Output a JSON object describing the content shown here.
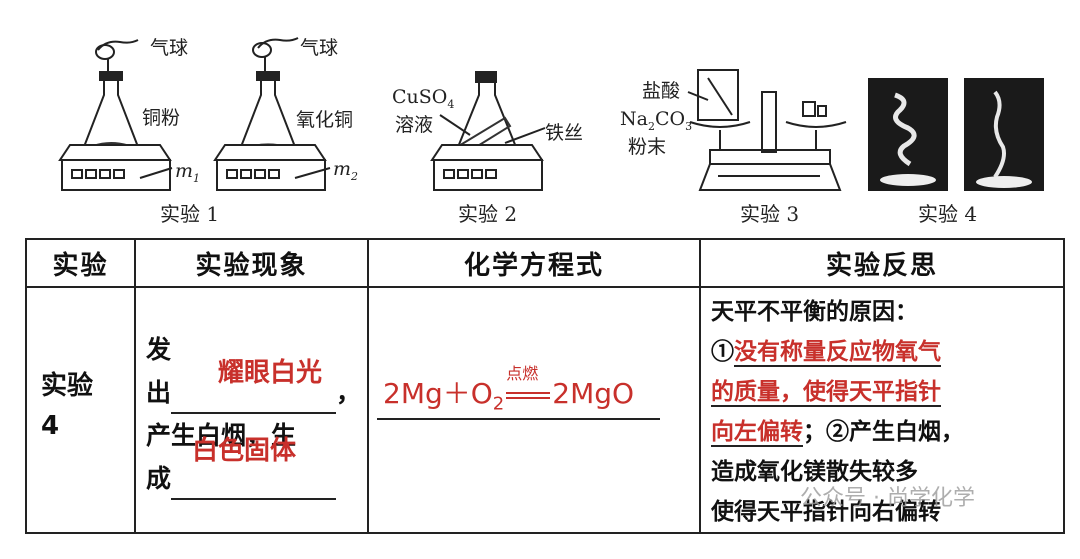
{
  "figure": {
    "labels": {
      "balloon1": "气球",
      "balloon2": "气球",
      "copper_powder": "铜粉",
      "copper_oxide": "氧化铜",
      "m1": "m",
      "m1_sub": "1",
      "m2": "m",
      "m2_sub": "2",
      "cuso4": "CuSO",
      "cuso4_sub": "4",
      "solution": "溶液",
      "iron_wire": "铁丝",
      "hcl": "盐酸",
      "na2co3_a": "Na",
      "na2co3_sub1": "2",
      "na2co3_b": "CO",
      "na2co3_sub2": "3",
      "powder": "粉末"
    },
    "captions": [
      "实验 1",
      "实验 2",
      "实验 3",
      "实验 4"
    ]
  },
  "table": {
    "headers": [
      "实验",
      "实验现象",
      "化学方程式",
      "实验反思"
    ],
    "row": {
      "experiment_line1": "实验",
      "experiment_line2": "4",
      "phenomenon": {
        "p1": "发",
        "p2": "出",
        "p2_end": "，",
        "p3": "产生白烟，生",
        "p4": "成",
        "answer1": "耀眼白光",
        "answer2": "白色固体"
      },
      "equation": {
        "left": "2Mg＋O",
        "o2_sub": "2",
        "condition": "点燃",
        "right": "2MgO"
      },
      "reflection": {
        "intro": "天平不平衡的原因：",
        "num1": "①",
        "reason1_l1": "没有称量反应物氧气",
        "reason1_l2": "的质量，使得天平指针",
        "reason1_l3": "向左偏转",
        "mid": "；②产生白烟，",
        "l4": "造成氧化镁散失较多",
        "l5": "使得天平指针向右偏转"
      }
    }
  },
  "watermark": "公众号 · 尚学化学"
}
